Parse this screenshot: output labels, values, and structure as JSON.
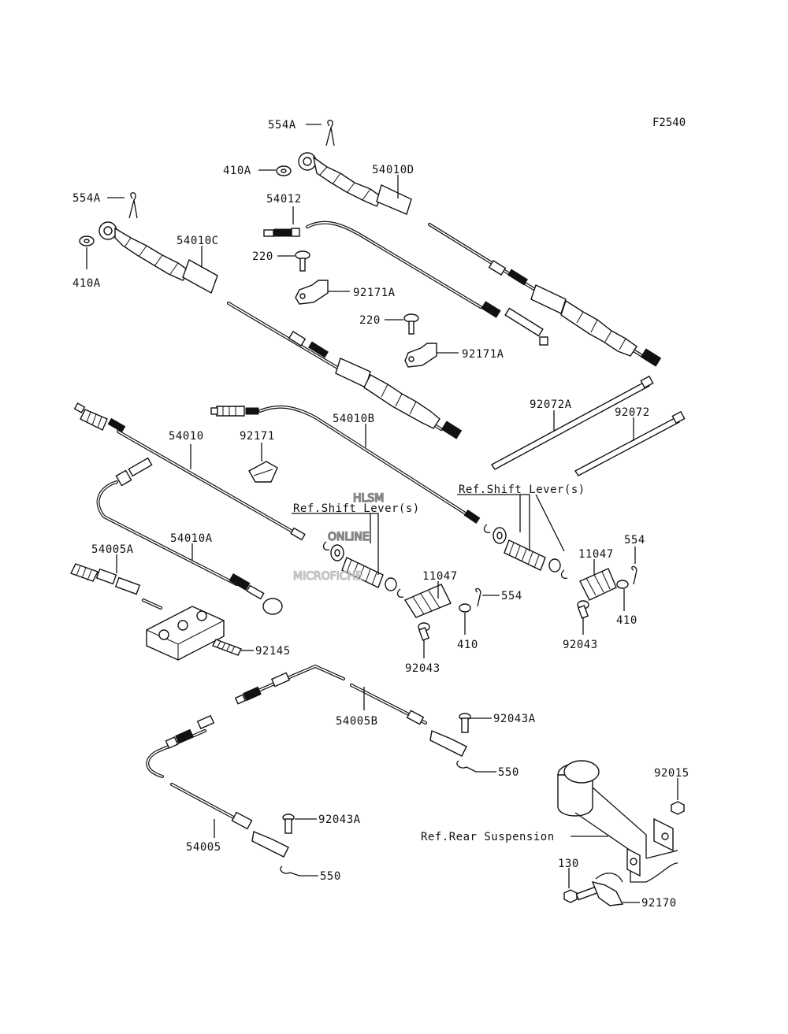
{
  "diagram_code": "F2540",
  "parts": [
    {
      "id": "554A-top",
      "text": "554A"
    },
    {
      "id": "410A-top",
      "text": "410A"
    },
    {
      "id": "54010D",
      "text": "54010D"
    },
    {
      "id": "54012",
      "text": "54012"
    },
    {
      "id": "554A-left",
      "text": "554A"
    },
    {
      "id": "54010C",
      "text": "54010C"
    },
    {
      "id": "410A-left",
      "text": "410A"
    },
    {
      "id": "220-a",
      "text": "220"
    },
    {
      "id": "92171A-a",
      "text": "92171A"
    },
    {
      "id": "220-b",
      "text": "220"
    },
    {
      "id": "92171A-b",
      "text": "92171A"
    },
    {
      "id": "92072A",
      "text": "92072A"
    },
    {
      "id": "92072",
      "text": "92072"
    },
    {
      "id": "54010B",
      "text": "54010B"
    },
    {
      "id": "54010",
      "text": "54010"
    },
    {
      "id": "92171",
      "text": "92171"
    },
    {
      "id": "54010A",
      "text": "54010A"
    },
    {
      "id": "54005A",
      "text": "54005A"
    },
    {
      "id": "11047-a",
      "text": "11047"
    },
    {
      "id": "554-a",
      "text": "554"
    },
    {
      "id": "410-a",
      "text": "410"
    },
    {
      "id": "92043-a",
      "text": "92043"
    },
    {
      "id": "11047-b",
      "text": "11047"
    },
    {
      "id": "554-b",
      "text": "554"
    },
    {
      "id": "410-b",
      "text": "410"
    },
    {
      "id": "92043-b",
      "text": "92043"
    },
    {
      "id": "92145",
      "text": "92145"
    },
    {
      "id": "54005B",
      "text": "54005B"
    },
    {
      "id": "92043A-a",
      "text": "92043A"
    },
    {
      "id": "550-a",
      "text": "550"
    },
    {
      "id": "92015",
      "text": "92015"
    },
    {
      "id": "54005",
      "text": "54005"
    },
    {
      "id": "92043A-b",
      "text": "92043A"
    },
    {
      "id": "550-b",
      "text": "550"
    },
    {
      "id": "130",
      "text": "130"
    },
    {
      "id": "92170",
      "text": "92170"
    }
  ],
  "references": {
    "shift_lever_right": "Ref.Shift Lever(s)",
    "shift_lever_left": "Ref.Shift Lever(s)",
    "rear_suspension": "Ref.Rear Suspension"
  },
  "watermark": {
    "line1": "HLSM",
    "line2": "ONLINE",
    "line3": "MICROFICHE"
  }
}
